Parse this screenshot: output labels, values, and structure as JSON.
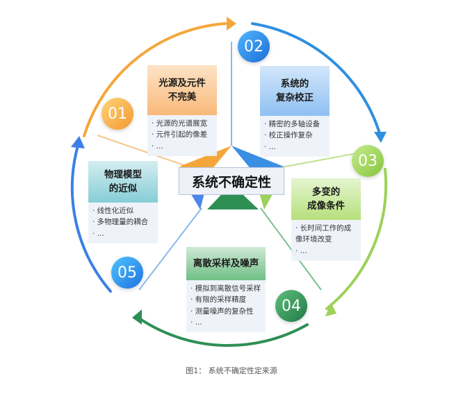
{
  "center": "系统不确定性",
  "caption": "图1： 系统不确定性定来源",
  "items": [
    {
      "num": "01",
      "title": [
        "光源及元件",
        "不完美"
      ],
      "bullets": [
        "· 光源的光谱展宽",
        "· 元件引起的像差",
        "· ..."
      ]
    },
    {
      "num": "02",
      "title": [
        "系统的",
        "复杂校正"
      ],
      "bullets": [
        "· 精密的多轴设备",
        "· 校正操作复杂",
        "· ..."
      ]
    },
    {
      "num": "03",
      "title": [
        "多变的",
        "成像条件"
      ],
      "bullets": [
        "· 长时间工作的成",
        "  像环境改变",
        "· ..."
      ]
    },
    {
      "num": "04",
      "title": [
        "离散采样及噪声"
      ],
      "bullets": [
        "· 模拟到离散信号采样",
        "· 有限的采样精度",
        "· 测量噪声的复杂性",
        "· ..."
      ]
    },
    {
      "num": "05",
      "title": [
        "物理模型",
        "的近似"
      ],
      "bullets": [
        "· 线性化近似",
        "· 多物理量的耦合",
        "· ..."
      ]
    }
  ],
  "colors": {
    "c1": "#f5a63a",
    "c2": "#2f8fe0",
    "c3": "#9cd15a",
    "c4": "#2e8f55",
    "c5": "#3c7fe6"
  }
}
